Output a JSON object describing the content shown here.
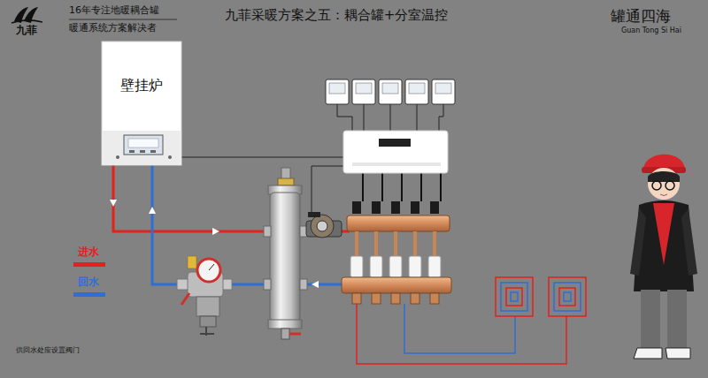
{
  "diagram": {
    "title": "九菲采暖方案之五：耦合罐+分室温控",
    "nodes": [
      {
        "text": [
          "壁挂炉"
        ]
      }
    ],
    "labels": [
      "九菲",
      "16年专注地暖耦合罐",
      "暖通系统方案解决者",
      "罐通四海",
      "Guan Tong Si Hai",
      "供回水处应设置阀门"
    ],
    "legend": [
      {
        "text": "进水",
        "color": "#e3211d"
      },
      {
        "text": "回水",
        "color": "#2f6fd4"
      }
    ]
  }
}
